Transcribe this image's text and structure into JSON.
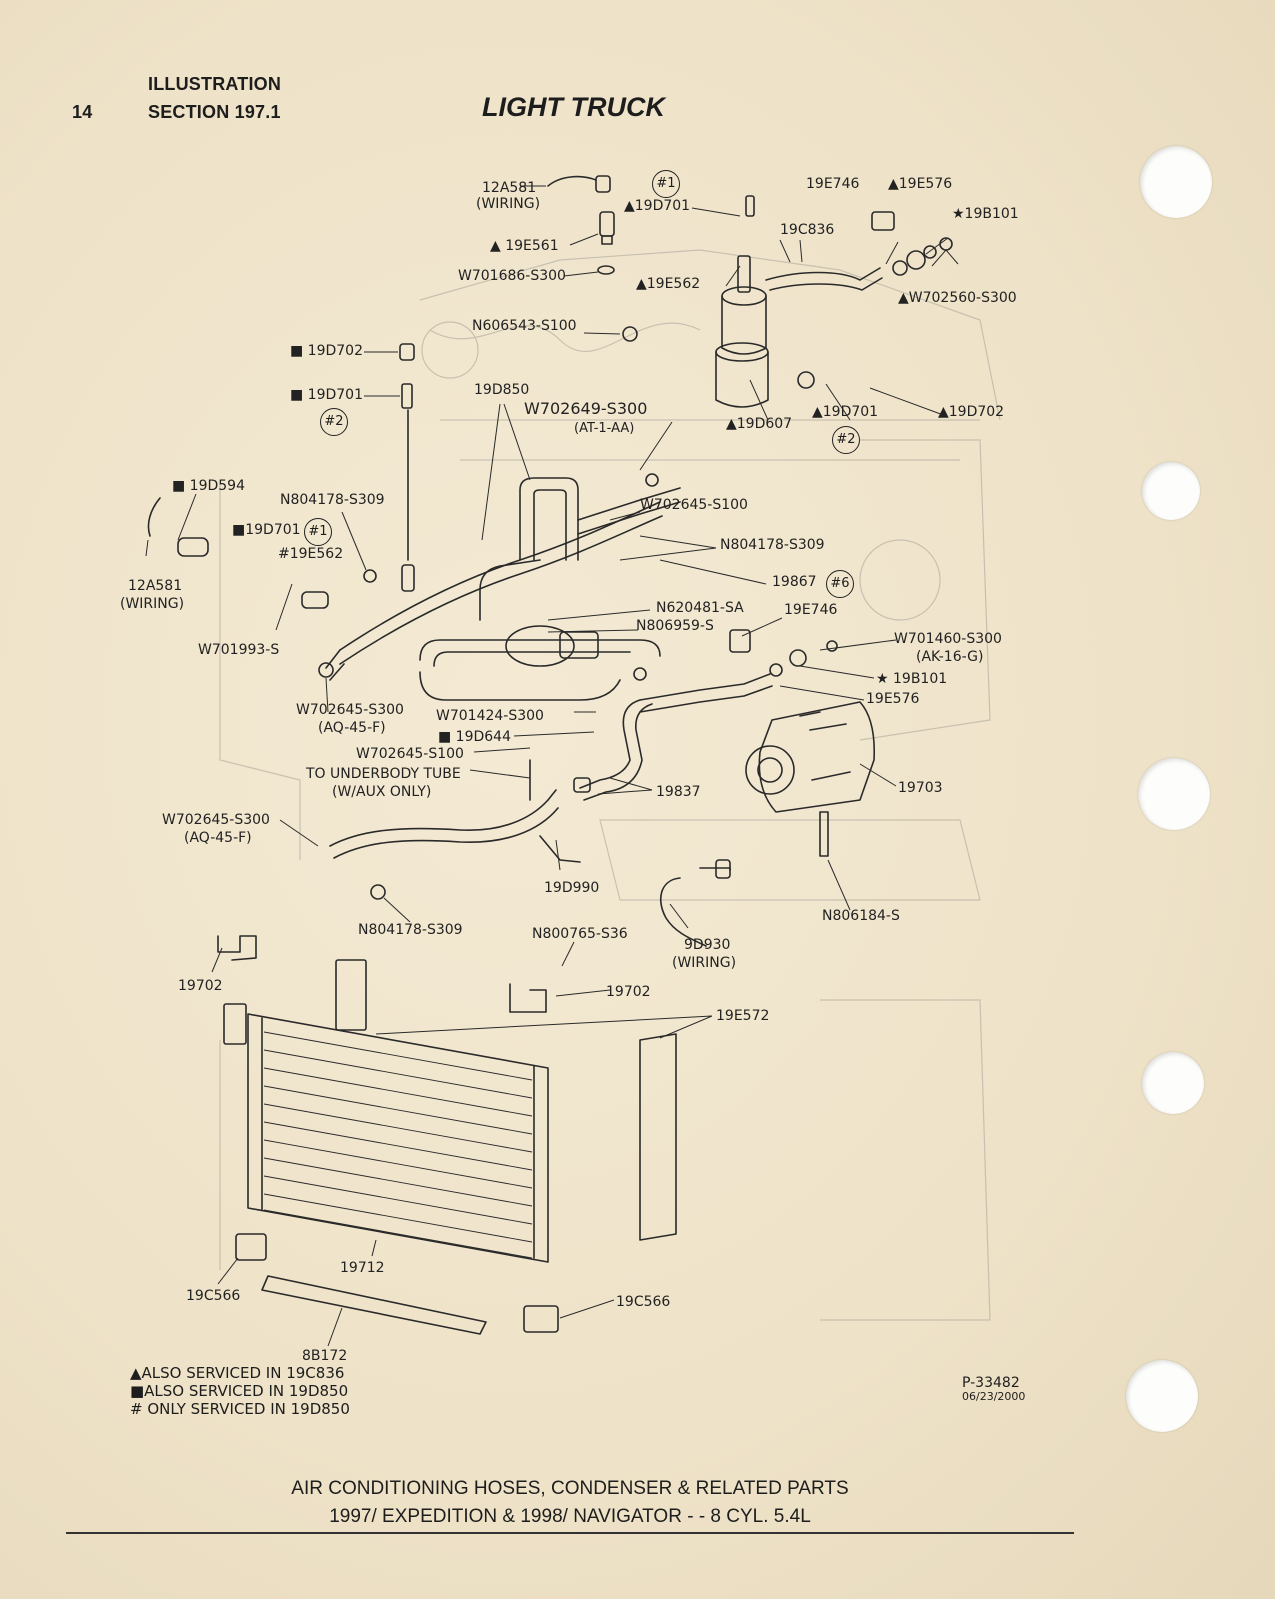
{
  "header": {
    "page_number": "14",
    "section_line1": "ILLUSTRATION",
    "section_line2": "SECTION 197.1",
    "title": "LIGHT TRUCK"
  },
  "labels": {
    "l_12a581_top": "12A581",
    "l_wiring_top": "(WIRING)",
    "l_c1_top": "#1",
    "l_19d701_top": "▲19D701",
    "l_19e746_top": "19E746",
    "l_19e576_top": "▲19E576",
    "l_19b101_top": "★19B101",
    "l_19c836": "19C836",
    "l_19e561": "▲ 19E561",
    "l_w701686": "W701686-S300",
    "l_19e562_top": "▲19E562",
    "l_w702560": "▲W702560-S300",
    "l_n606543": "N606543-S100",
    "l_19d702_left": "■ 19D702",
    "l_19d701_left": "■ 19D701",
    "l_c2_left": "#2",
    "l_19d850": "19D850",
    "l_w702649": "W702649-S300",
    "l_at1aa": "(AT-1-AA)",
    "l_19d607": "▲19D607",
    "l_19d701_right": "▲19D701",
    "l_19d702_right": "▲19D702",
    "l_c2_right": "#2",
    "l_19d594": "■ 19D594",
    "l_n804178_a": "N804178-S309",
    "l_19d701_mid": "■19D701",
    "l_c1_mid": "#1",
    "l_19e562_mid": "#19E562",
    "l_w702645_s100_a": "W702645-S100",
    "l_n804178_b": "N804178-S309",
    "l_12a581_left": "12A581",
    "l_wiring_left": "(WIRING)",
    "l_19867": "19867",
    "l_c6": "#6",
    "l_w701993": "W701993-S",
    "l_n620481": "N620481-SA",
    "l_n806959": "N806959-S",
    "l_19e746_mid": "19E746",
    "l_w701460": "W701460-S300",
    "l_ak16g": "(AK-16-G)",
    "l_19b101_mid": "★ 19B101",
    "l_19e576_mid": "19E576",
    "l_w702645_s300_a": "W702645-S300",
    "l_aq45f_a": "(AQ-45-F)",
    "l_w701424": "W701424-S300",
    "l_19d644": "■ 19D644",
    "l_w702645_s100_b": "W702645-S100",
    "l_underbody1": "TO UNDERBODY TUBE",
    "l_underbody2": "(W/AUX ONLY)",
    "l_19837": "19837",
    "l_19703": "19703",
    "l_w702645_s300_b": "W702645-S300",
    "l_aq45f_b": "(AQ-45-F)",
    "l_19d990": "19D990",
    "l_n804178_c": "N804178-S309",
    "l_n800765": "N800765-S36",
    "l_9d930": "9D930",
    "l_wiring_bot": "(WIRING)",
    "l_n806184": "N806184-S",
    "l_19702_left": "19702",
    "l_19702_mid": "19702",
    "l_19e572": "19E572",
    "l_19712": "19712",
    "l_19c566_left": "19C566",
    "l_19c566_right": "19C566",
    "l_8b172": "8B172"
  },
  "legend": {
    "line1": "▲ALSO SERVICED IN 19C836",
    "line2": "■ALSO SERVICED IN 19D850",
    "line3": "# ONLY SERVICED IN 19D850"
  },
  "reference": {
    "number": "P-33482",
    "date": "06/23/2000"
  },
  "footer": {
    "line1": "AIR CONDITIONING HOSES, CONDENSER & RELATED PARTS",
    "line2": "1997/ EXPEDITION & 1998/ NAVIGATOR - - 8 CYL. 5.4L"
  }
}
